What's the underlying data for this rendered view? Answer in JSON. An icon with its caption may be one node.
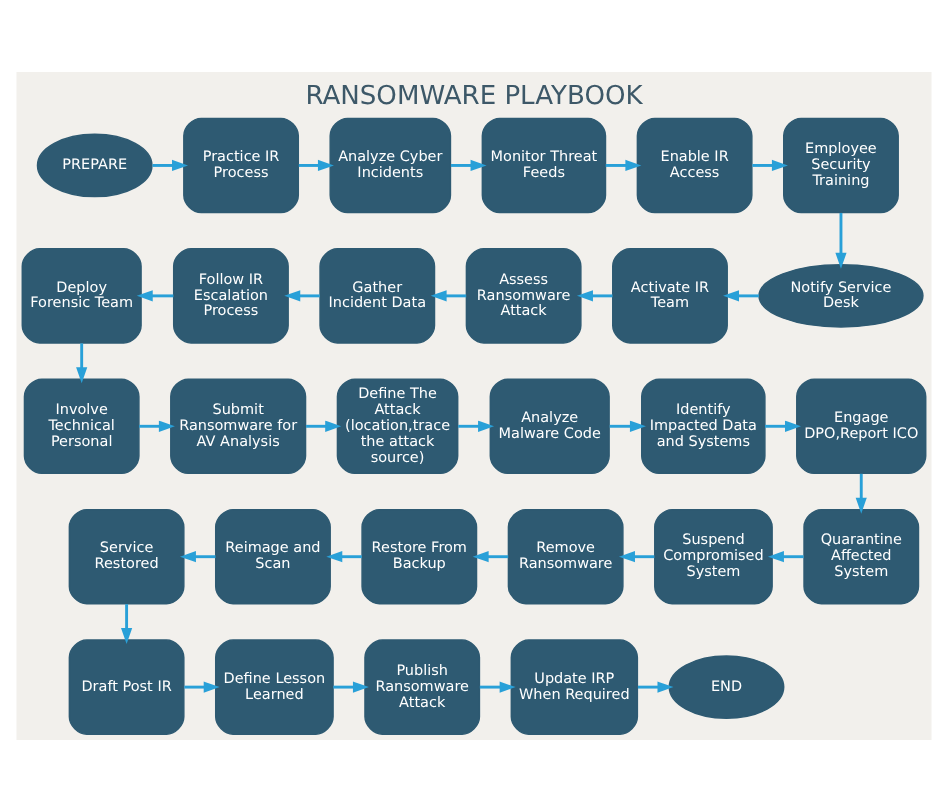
{
  "diagram": {
    "title": "RANSOMWARE PLAYBOOK",
    "nodes": [
      {
        "text": [
          "PREPARE"
        ]
      },
      {
        "text": [
          "Practice IR Process"
        ]
      },
      {
        "text": [
          "Analyze Cyber Incidents"
        ]
      },
      {
        "text": [
          "Monitor Threat Feeds"
        ]
      },
      {
        "text": [
          "Enable IR Access"
        ]
      },
      {
        "text": [
          "Employee Security Training"
        ]
      },
      {
        "text": [
          "Notify Service Desk"
        ]
      },
      {
        "text": [
          "Activate IR Team"
        ]
      },
      {
        "text": [
          "Assess Ransomware Attack"
        ]
      },
      {
        "text": [
          "Gather Incident Data"
        ]
      },
      {
        "text": [
          "Follow IR Escalation Process"
        ]
      },
      {
        "text": [
          "Deploy Forensic Team"
        ]
      },
      {
        "text": [
          "Involve Technical Personal"
        ]
      },
      {
        "text": [
          "Submit Ransomware for AV Analysis"
        ]
      },
      {
        "text": [
          "Define The Attack (location,trace the attack source)"
        ]
      },
      {
        "text": [
          "Analyze Malware Code"
        ]
      },
      {
        "text": [
          "Identify Impacted Data and Systems"
        ]
      },
      {
        "text": [
          "Engage DPO,Report ICO"
        ]
      },
      {
        "text": [
          "Quarantine Affected System"
        ]
      },
      {
        "text": [
          "Suspend Compromised System"
        ]
      },
      {
        "text": [
          "Remove Ransomware"
        ]
      },
      {
        "text": [
          "Restore From Backup"
        ]
      },
      {
        "text": [
          "Reimage and Scan"
        ]
      },
      {
        "text": [
          "Service Restored"
        ]
      },
      {
        "text": [
          "Draft Post IR"
        ]
      },
      {
        "text": [
          "Define Lesson Learned"
        ]
      },
      {
        "text": [
          "Publish Ransomware Attack"
        ]
      },
      {
        "text": [
          "Update IRP When Required"
        ]
      },
      {
        "text": [
          "END"
        ]
      }
    ],
    "edges": [
      {
        "from": 0,
        "to": 1,
        "arrow": "to"
      },
      {
        "from": 1,
        "to": 2,
        "arrow": "to"
      },
      {
        "from": 2,
        "to": 3,
        "arrow": "to"
      },
      {
        "from": 3,
        "to": 4,
        "arrow": "to"
      },
      {
        "from": 4,
        "to": 5,
        "arrow": "to"
      },
      {
        "from": 5,
        "to": 6,
        "arrow": "to"
      },
      {
        "from": 6,
        "to": 7,
        "arrow": "to"
      },
      {
        "from": 7,
        "to": 8,
        "arrow": "to"
      },
      {
        "from": 8,
        "to": 9,
        "arrow": "to"
      },
      {
        "from": 9,
        "to": 10,
        "arrow": "to"
      },
      {
        "from": 10,
        "to": 11,
        "arrow": "to"
      },
      {
        "from": 11,
        "to": 12,
        "arrow": "to"
      },
      {
        "from": 12,
        "to": 13,
        "arrow": "to"
      },
      {
        "from": 13,
        "to": 14,
        "arrow": "to"
      },
      {
        "from": 14,
        "to": 15,
        "arrow": "to"
      },
      {
        "from": 15,
        "to": 16,
        "arrow": "to"
      },
      {
        "from": 16,
        "to": 17,
        "arrow": "to"
      },
      {
        "from": 17,
        "to": 18,
        "arrow": "to"
      },
      {
        "from": 18,
        "to": 19,
        "arrow": "to"
      },
      {
        "from": 19,
        "to": 20,
        "arrow": "to"
      },
      {
        "from": 20,
        "to": 21,
        "arrow": "to"
      },
      {
        "from": 21,
        "to": 22,
        "arrow": "to"
      },
      {
        "from": 22,
        "to": 23,
        "arrow": "to"
      },
      {
        "from": 23,
        "to": 24,
        "arrow": "to"
      },
      {
        "from": 24,
        "to": 25,
        "arrow": "to"
      },
      {
        "from": 25,
        "to": 26,
        "arrow": "to"
      },
      {
        "from": 26,
        "to": 27,
        "arrow": "to"
      },
      {
        "from": 27,
        "to": 28,
        "arrow": "to"
      }
    ]
  }
}
